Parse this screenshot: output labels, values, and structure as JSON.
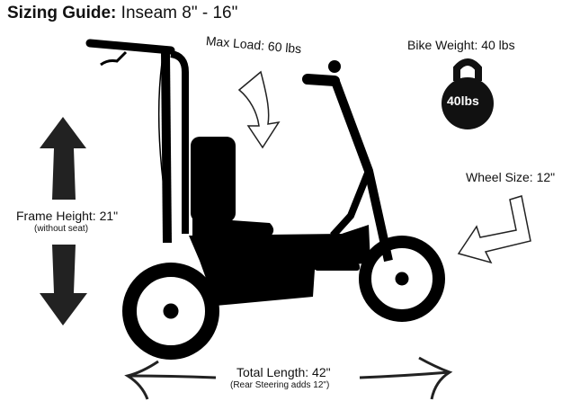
{
  "title": {
    "bold": "Sizing Guide:",
    "rest": " Inseam 8\" - 16\""
  },
  "max_load": "Max Load: 60 lbs",
  "bike_weight": "Bike Weight: 40 lbs",
  "kettlebell_label": "40lbs",
  "frame_height": "Frame Height: 21\"",
  "frame_height_note": "(without seat)",
  "wheel_size": "Wheel Size: 12\"",
  "total_length": "Total Length: 42\"",
  "total_length_note": "(Rear Steering adds 12\")"
}
